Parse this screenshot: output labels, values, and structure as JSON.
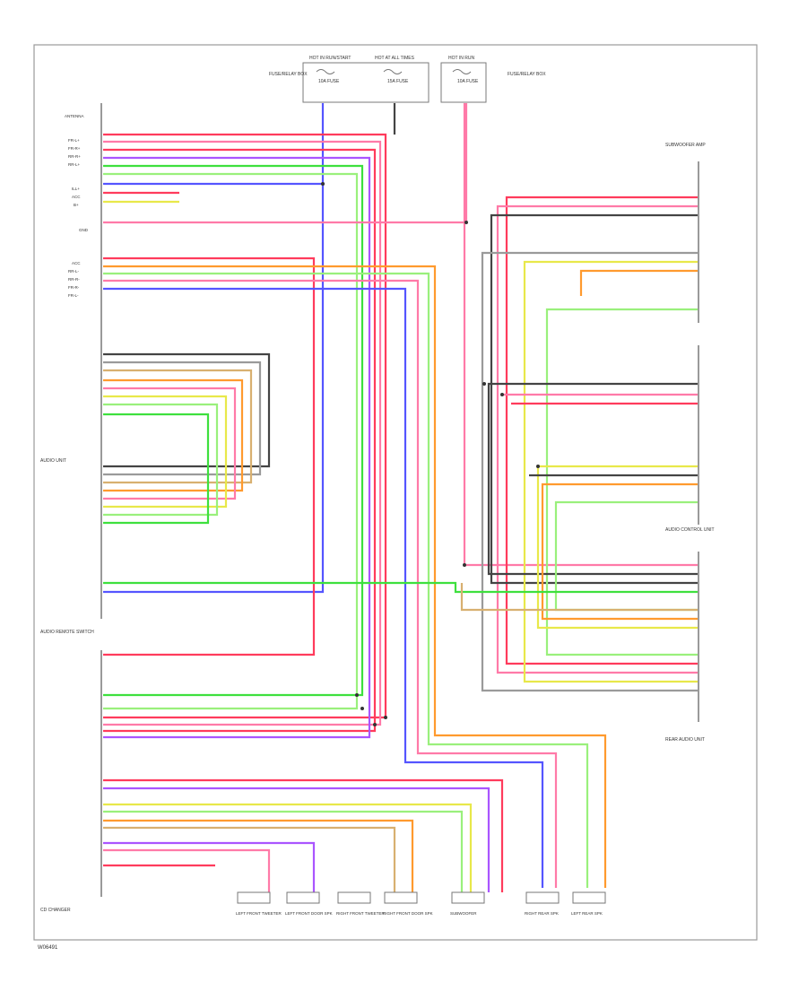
{
  "diagram": {
    "footer_code": "W06491",
    "top_fuses": [
      {
        "id": "fuse-1",
        "label": "HOT IN RUN/START",
        "inner": "10A FUSE"
      },
      {
        "id": "fuse-2",
        "label": "HOT AT ALL TIMES",
        "inner": "15A FUSE"
      },
      {
        "id": "fuse-3",
        "label": "HOT IN RUN",
        "inner": "10A FUSE"
      }
    ],
    "fuse_box_label_left": "FUSE/RELAY BOX",
    "fuse_box_label_right": "FUSE/RELAY BOX",
    "left_connector_pins": [
      "ANTENNA",
      "FR-L+",
      "FR-R+",
      "RR-R+",
      "RR-L+",
      "ILL+",
      "ACC",
      "B+",
      "GND",
      "ACC",
      "RR-L-",
      "RR-R-",
      "FR-R-",
      "FR-L-"
    ],
    "components": {
      "audio_unit": "AUDIO UNIT",
      "steering_switch": "AUDIO REMOTE SWITCH",
      "left_lower_module": "CD CHANGER",
      "right_upper_module": "SUBWOOFER AMP",
      "right_mid_module": "AUDIO CONTROL UNIT",
      "right_lower_module": "REAR AUDIO UNIT"
    },
    "speakers": [
      {
        "id": "spk-lf-tweeter",
        "label": "LEFT FRONT TWEETER"
      },
      {
        "id": "spk-lf-door",
        "label": "LEFT FRONT DOOR SPK"
      },
      {
        "id": "spk-rf-tweeter",
        "label": "RIGHT FRONT TWEETER"
      },
      {
        "id": "spk-rf-door",
        "label": "RIGHT FRONT DOOR SPK"
      },
      {
        "id": "spk-subwoofer",
        "label": "SUBWOOFER"
      },
      {
        "id": "spk-right-rear",
        "label": "RIGHT REAR SPK"
      },
      {
        "id": "spk-left-rear",
        "label": "LEFT REAR SPK"
      }
    ],
    "colors": {
      "red": "#ff3b5c",
      "pink": "#ff7aa8",
      "green": "#3ee03e",
      "lightgreen": "#9af07c",
      "blue": "#5555ff",
      "violet": "#aa55ff",
      "yellow": "#e8e84a",
      "orange": "#ff9a2e",
      "tan": "#d8b070",
      "gray": "#9a9a9a",
      "black": "#444444",
      "white": "#d8d8d8"
    }
  }
}
